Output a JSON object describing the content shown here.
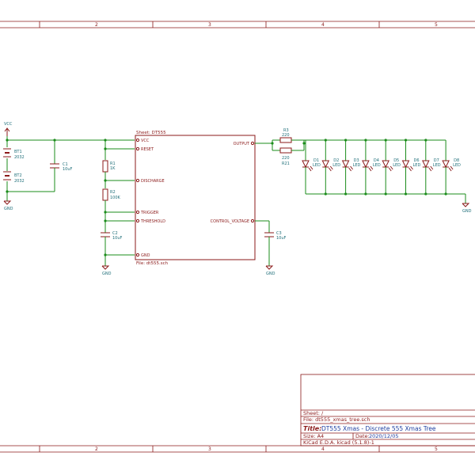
{
  "zones": [
    "2",
    "3",
    "4",
    "5"
  ],
  "power": {
    "vcc_label": "VCC",
    "gnd_label": "GND"
  },
  "batteries": [
    {
      "ref": "BT1",
      "value": "2032"
    },
    {
      "ref": "BT2",
      "value": "2032"
    }
  ],
  "c1": {
    "ref": "C1",
    "value": "10uF"
  },
  "c2": {
    "ref": "C2",
    "value": "10uF"
  },
  "c3": {
    "ref": "C3",
    "value": "10uF"
  },
  "r1": {
    "ref": "R1",
    "value": "1K"
  },
  "r2": {
    "ref": "R2",
    "value": "100K"
  },
  "r3": {
    "ref": "R3",
    "value": "220"
  },
  "r21": {
    "ref": "R21",
    "value": "220"
  },
  "sheet_block": {
    "name": "Sheet: DT555",
    "file": "File: dt555.sch",
    "pins_left": [
      "VCC",
      "RESET",
      "DISCHARGE",
      "TRIGGER",
      "THRESHOLD",
      "GND"
    ],
    "pins_right": [
      "OUTPUT",
      "CONTROL_VOLTAGE"
    ]
  },
  "leds": [
    {
      "ref": "D1",
      "value": "LED"
    },
    {
      "ref": "D2",
      "value": "LED"
    },
    {
      "ref": "D3",
      "value": "LED"
    },
    {
      "ref": "D4",
      "value": "LED"
    },
    {
      "ref": "D5",
      "value": "LED"
    },
    {
      "ref": "D6",
      "value": "LED"
    },
    {
      "ref": "D7",
      "value": "LED"
    },
    {
      "ref": "D8",
      "value": "LED"
    }
  ],
  "title_block": {
    "sheet": "Sheet: /",
    "file": "File: dt555_xmas_tree.sch",
    "title_label": "Title:",
    "title": "DT555 Xmas - Discrete 555 Xmas Tree",
    "size_label": "Size: A4",
    "date_label": "Date:",
    "date": "2020/12/05",
    "kicad_label": "KiCad E.D.A.  kicad (5.1.8)-1"
  }
}
